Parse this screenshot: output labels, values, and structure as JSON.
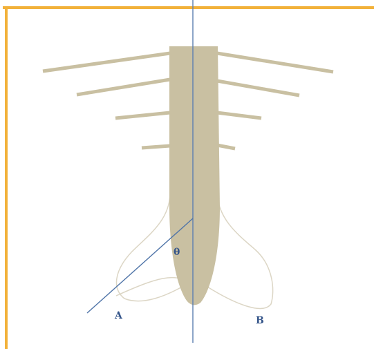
{
  "labels": {
    "theta": "θ",
    "point_a": "A",
    "point_b": "B"
  },
  "colors": {
    "frame": "#f2b13a",
    "stem": "#c9c0a2",
    "lobe_outline": "#dcd6c5",
    "axis_line": "#5c7fb0",
    "label": "#35558a"
  }
}
